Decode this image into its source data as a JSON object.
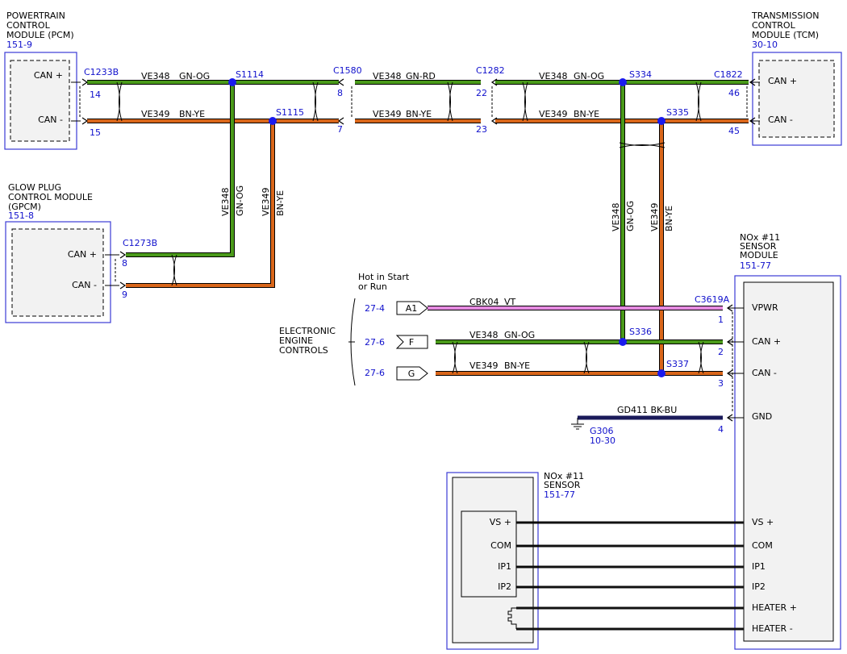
{
  "colors": {
    "green": "#4a9a1a",
    "orange": "#d9661a",
    "violet": "#e58ae0",
    "black": "#111111",
    "navy": "#1a1a5a",
    "module_border": "#3b3bd6",
    "blue_label": "#1010cc",
    "splice": "#1a1aee"
  },
  "pcm": {
    "title": [
      "POWERTRAIN",
      "CONTROL",
      "MODULE (PCM)"
    ],
    "ref": "151-9",
    "pins": [
      "CAN +",
      "CAN -"
    ]
  },
  "tcm": {
    "title": [
      "TRANSMISSION",
      "CONTROL",
      "MODULE (TCM)"
    ],
    "ref": "30-10",
    "pins": [
      "CAN +",
      "CAN -"
    ]
  },
  "gpcm": {
    "title": [
      "GLOW PLUG",
      "CONTROL MODULE",
      "(GPCM)"
    ],
    "ref": "151-8",
    "pins": [
      "CAN +",
      "CAN -"
    ]
  },
  "nox_module": {
    "title": [
      "NOx #11",
      "SENSOR",
      "MODULE"
    ],
    "ref": "151-77",
    "pins": [
      "VPWR",
      "CAN +",
      "CAN -",
      "GND",
      "VS +",
      "COM",
      "IP1",
      "IP2",
      "HEATER +",
      "HEATER -"
    ]
  },
  "nox_sensor": {
    "title": [
      "NOx #11",
      "SENSOR"
    ],
    "ref": "151-77",
    "pins": [
      "VS +",
      "COM",
      "IP1",
      "IP2"
    ]
  },
  "connectors": [
    "C1233B",
    "C1580",
    "C1282",
    "C1822",
    "C1273B",
    "C3619A"
  ],
  "pin_numbers": [
    "14",
    "15",
    "8",
    "7",
    "22",
    "23",
    "46",
    "45",
    "8",
    "9",
    "1",
    "2",
    "3",
    "4"
  ],
  "splices": [
    "S1114",
    "S1115",
    "S334",
    "S335",
    "S336",
    "S337"
  ],
  "circuits": {
    "ve348": "VE348",
    "ve349": "VE349",
    "cbk04": "CBK04",
    "gd411": "GD411 BK-BU",
    "gn_og": "GN-OG",
    "gn_rd": "GN-RD",
    "bn_ye": "BN-YE",
    "vt": "VT"
  },
  "left_side": {
    "hot_label": [
      "Hot in Start",
      "or Run"
    ],
    "eec_label": [
      "ELECTRONIC",
      "ENGINE",
      "CONTROLS"
    ],
    "refs": [
      "27-4",
      "27-6",
      "27-6"
    ],
    "tags": [
      "A1",
      "F",
      "G"
    ]
  },
  "ground": {
    "name": "G306",
    "ref": "10-30"
  }
}
